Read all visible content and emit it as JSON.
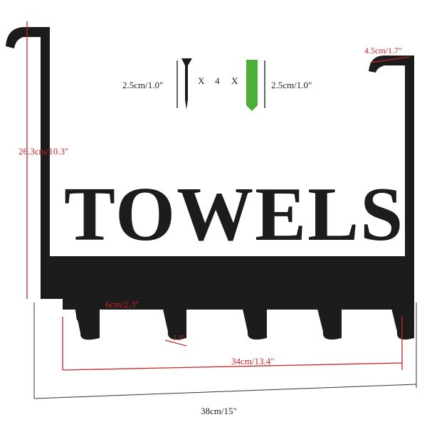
{
  "product_word": "TOWELS",
  "hardware": {
    "screw_size": "2.5cm/1.0\"",
    "multiplier_left": "X",
    "quantity": "4",
    "multiplier_right": "X",
    "anchor_size": "2.5cm/1.0\""
  },
  "dimensions": {
    "hook_top_depth": "4.5cm/1.7\"",
    "height": "26.3cm/10.3\"",
    "hook_spacing": "6cm/2.3\"",
    "hook_width": "1.2\"",
    "hook_span": "34cm/13.4\"",
    "total_width": "38cm/15\""
  },
  "colors": {
    "metal": "#1c1c1c",
    "dimension_line": "#c8242b",
    "anchor": "#4caf3a"
  }
}
